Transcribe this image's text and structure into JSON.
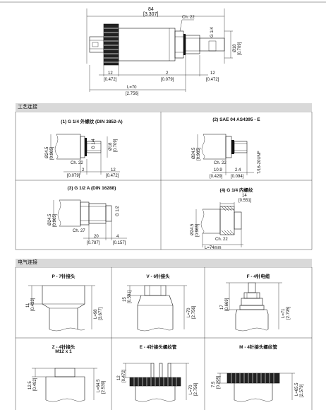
{
  "top_drawing": {
    "overall_mm": "84",
    "overall_in": "[3.307]",
    "hex": "Ch. 22",
    "thread": "G 1/4",
    "dia_mm": "Ø18",
    "dia_in": "[0.709]",
    "dim1_mm": "12",
    "dim1_in": "[0.472]",
    "dim2_mm": "2",
    "dim2_in": "[0.079]",
    "dim3_mm": "12",
    "dim3_in": "[0.472]",
    "len_mm": "L=70",
    "len_in": "[2.756]"
  },
  "section1": {
    "title": "工艺连接",
    "variants": [
      {
        "label": "(1) G 1/4 外螺纹 (DIN 3852-A)"
      },
      {
        "label": "(2) SAE 04   AS4395 - E"
      },
      {
        "label": "(3) G 1/2 A (DIN 16288)"
      },
      {
        "label": "(4) G 1/4 内螺纹"
      }
    ],
    "dims": {
      "v1_ch": "Ch. 22",
      "v1_a": "2",
      "v1_a_in": "[0.079]",
      "v1_b": "12",
      "v1_b_in": "[0.472]",
      "v1_thread": "G 1/4",
      "v1_d1": "Ø24.5",
      "v1_d1_in": "[0.965]",
      "v1_d2": "Ø18",
      "v1_d2_in": "[0.709]",
      "v2_ch": "Ch. 22",
      "v2_a": "10.9",
      "v2_a_in": "[0.429]",
      "v2_thread": "7/16-20UNF",
      "v2_a2": "2.4",
      "v2_a2_in": "[0.094]",
      "v2_d1": "Ø24.5",
      "v2_d1_in": "[0.965]",
      "v3_ch": "Ch. 27",
      "v3_a": "20",
      "v3_a_in": "[0.787]",
      "v3_b": "4",
      "v3_b_in": "[0.157]",
      "v3_thread": "G 1/2",
      "v3_d1": "Ø24.5",
      "v3_d1_in": "[0.965]",
      "v4_ch": "Ch. 22",
      "v4_a": "14",
      "v4_a_in": "[0.551]",
      "v4_len": "L=74mm",
      "v4_d1": "Ø24.5",
      "v4_d1_in": "[0.965]"
    }
  },
  "section2": {
    "title": "电气连接",
    "variants": [
      {
        "label": "P - 7针接头"
      },
      {
        "label": "V - 6针接头"
      },
      {
        "label": "F - 4针电缆"
      },
      {
        "label": "Z - 4针接头",
        "sub": "M12 x 1"
      },
      {
        "label": "E - 4针接头螺纹管"
      },
      {
        "label": "M - 4针接头螺纹管"
      }
    ],
    "dims": {
      "p_h": "11",
      "p_h_in": "[0.433]",
      "p_l": "L=98",
      "p_l_in": "[3.677]",
      "v_h": "15",
      "v_h_in": "[0.591]",
      "v_l": "L=70",
      "v_l_in": "[2.756]",
      "f_h": "17",
      "f_h_in": "[0.669]",
      "f_l": "L=71",
      "f_l_in": "[2.795]",
      "z_h": "12.5",
      "z_h_in": "[0.492]",
      "z_l": "L=64.5",
      "z_l_in": "[2.539]",
      "e_h": "12",
      "e_h_in": "[0.472]",
      "e_l": "L=70",
      "e_l_in": "[2.756]",
      "m_h": "7.5",
      "m_h_in": "[0.295]",
      "m_l": "L=65.5",
      "m_l_in": "[2.579]"
    }
  }
}
